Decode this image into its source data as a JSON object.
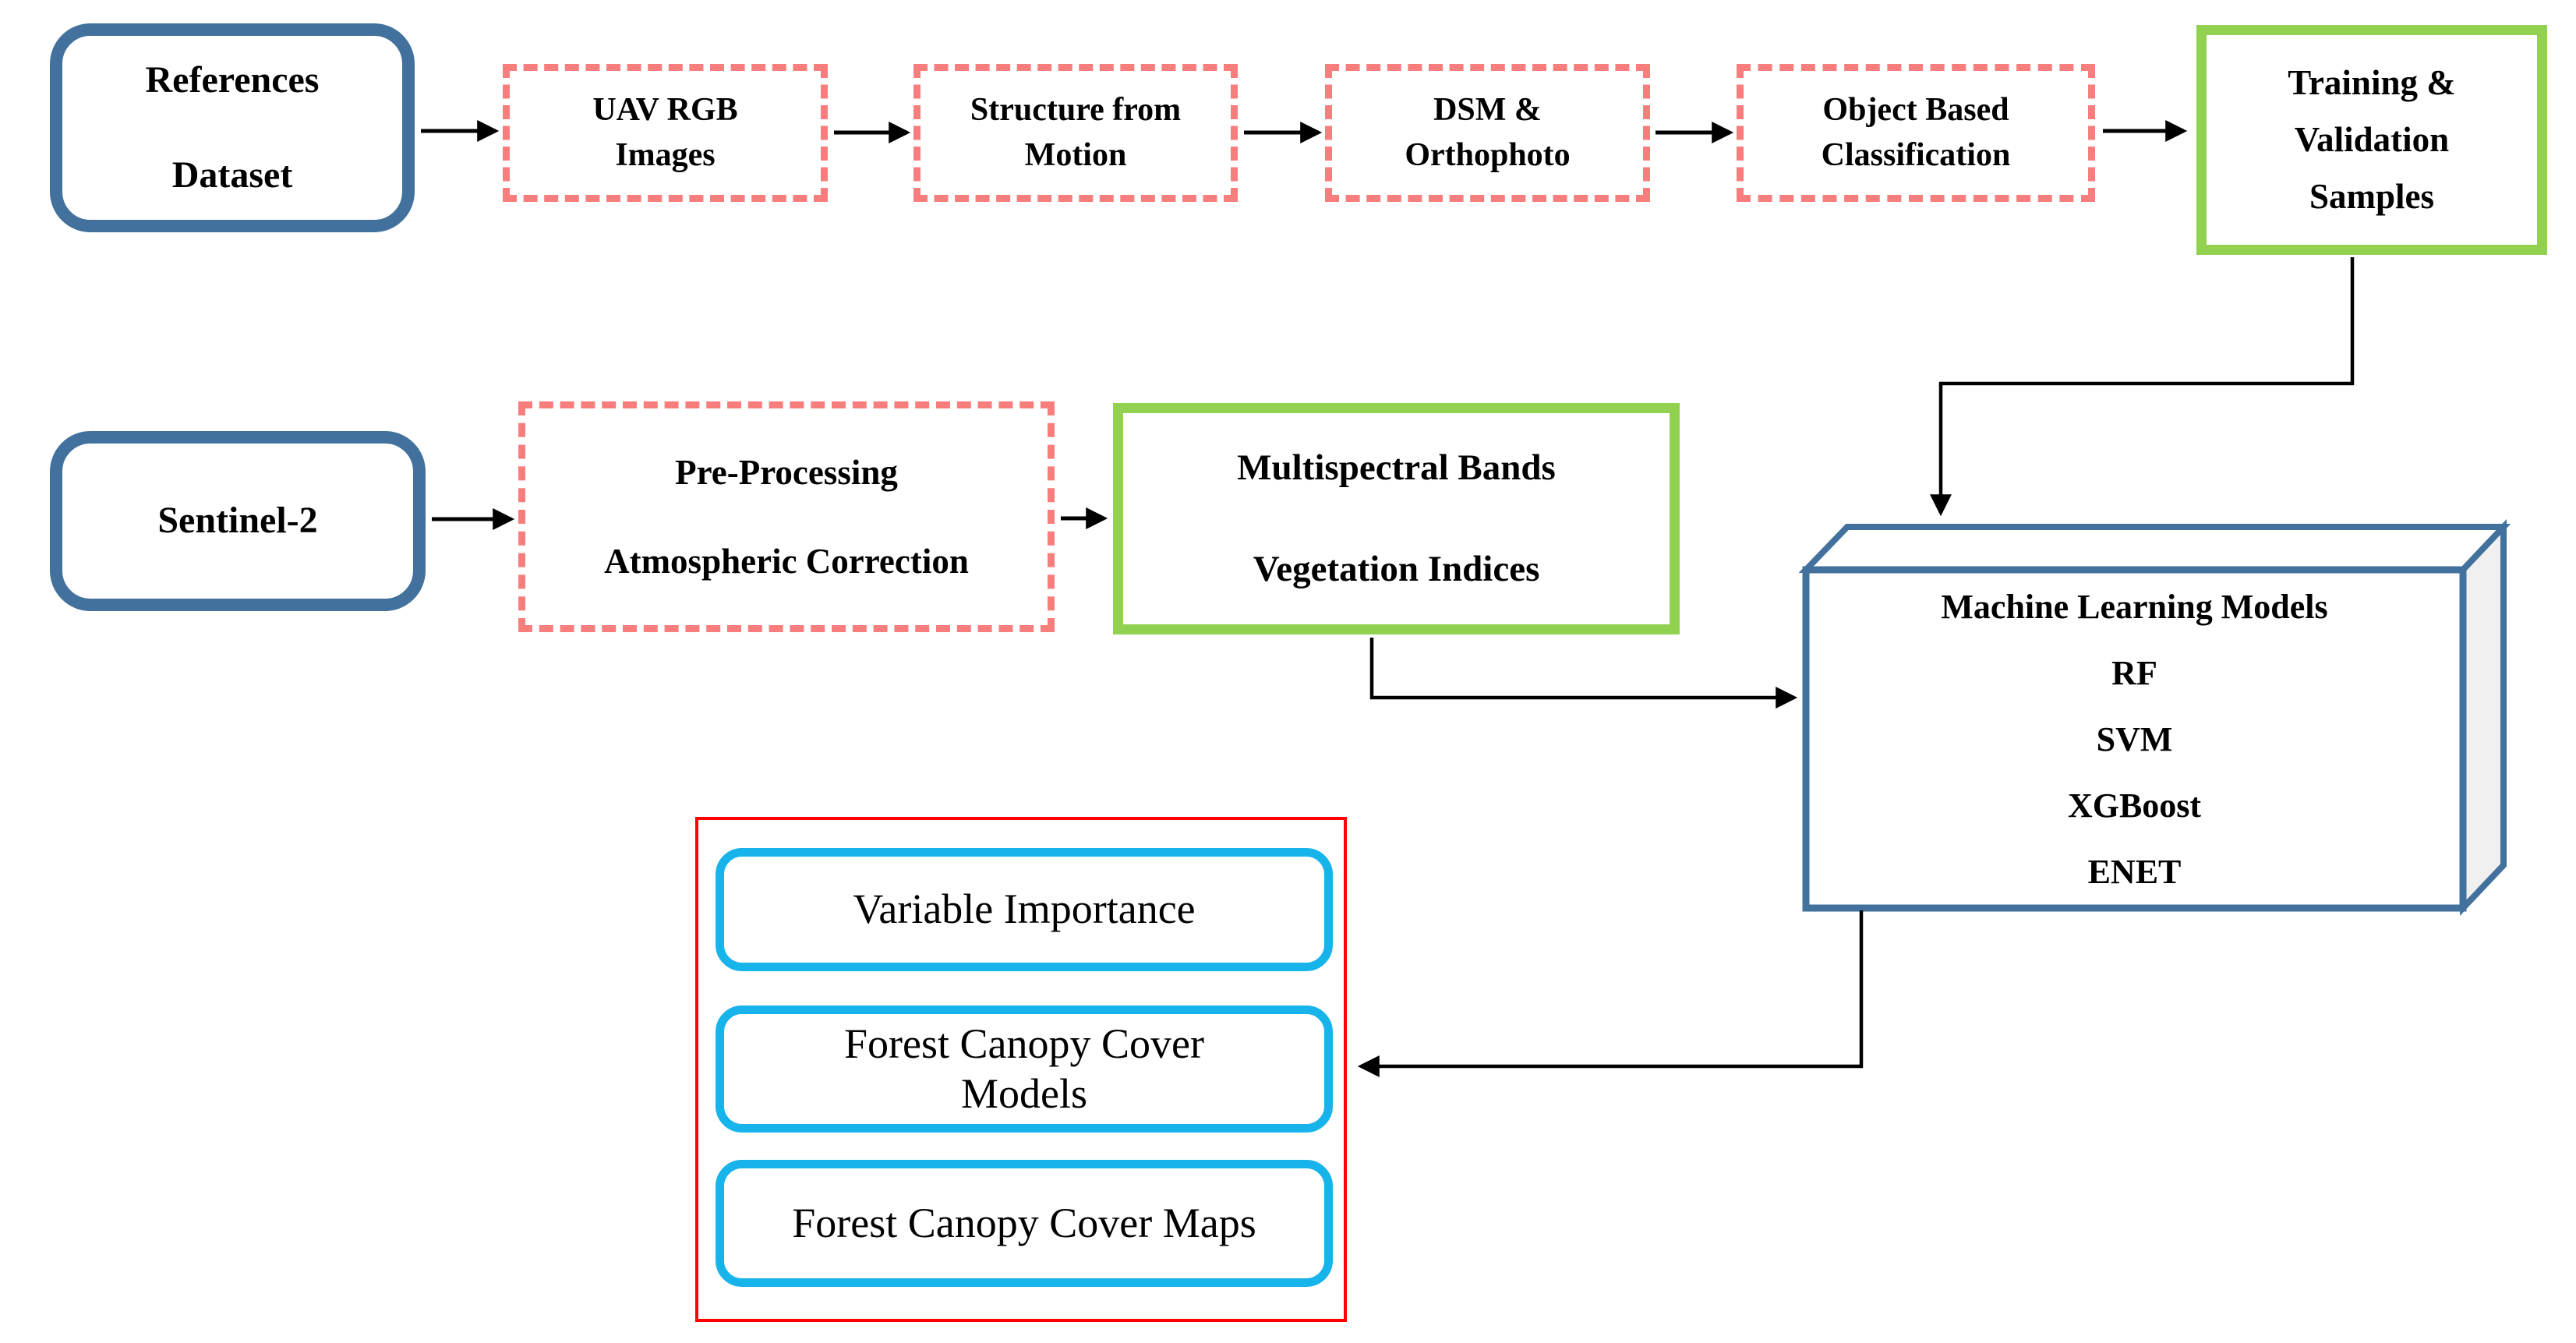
{
  "title": "Forest canopy cover modeling workflow diagram",
  "nodes": {
    "references_dataset": {
      "lines": [
        "References",
        "Dataset"
      ]
    },
    "uav_rgb_images": {
      "lines": [
        "UAV RGB",
        "Images"
      ]
    },
    "structure_from_motion": {
      "lines": [
        "Structure from",
        "Motion"
      ]
    },
    "dsm_orthophoto": {
      "lines": [
        "DSM &",
        "Orthophoto"
      ]
    },
    "object_based_classification": {
      "lines": [
        "Object Based",
        "Classification"
      ]
    },
    "training_validation_samples": {
      "lines": [
        "Training &",
        "Validation",
        "Samples"
      ]
    },
    "sentinel_2": {
      "lines": [
        "Sentinel-2"
      ]
    },
    "preprocessing": {
      "lines": [
        "Pre-Processing",
        "Atmospheric Correction"
      ]
    },
    "multispectral_vegetation": {
      "lines": [
        "Multispectral Bands",
        "Vegetation Indices"
      ]
    },
    "machine_learning_models": {
      "lines": [
        "Machine Learning Models",
        "RF",
        "SVM",
        "XGBoost",
        "ENET"
      ]
    },
    "variable_importance": {
      "lines": [
        "Variable Importance"
      ]
    },
    "forest_canopy_cover_models": {
      "lines": [
        "Forest Canopy Cover",
        "Models"
      ]
    },
    "forest_canopy_cover_maps": {
      "lines": [
        "Forest Canopy Cover Maps"
      ]
    }
  },
  "connections": [
    {
      "from": "References Dataset",
      "to": "UAV RGB Images"
    },
    {
      "from": "UAV RGB Images",
      "to": "Structure from Motion"
    },
    {
      "from": "Structure from Motion",
      "to": "DSM & Orthophoto"
    },
    {
      "from": "DSM & Orthophoto",
      "to": "Object Based Classification"
    },
    {
      "from": "Object Based Classification",
      "to": "Training & Validation Samples"
    },
    {
      "from": "Training & Validation Samples",
      "to": "Machine Learning Models"
    },
    {
      "from": "Sentinel-2",
      "to": "Pre-Processing Atmospheric Correction"
    },
    {
      "from": "Pre-Processing Atmospheric Correction",
      "to": "Multispectral Bands Vegetation Indices"
    },
    {
      "from": "Multispectral Bands Vegetation Indices",
      "to": "Machine Learning Models"
    },
    {
      "from": "Machine Learning Models",
      "to": "Forest Canopy Cover Models"
    }
  ],
  "colors": {
    "steel_blue": "#41719C",
    "green": "#92D050",
    "salmon": "#F87E7E",
    "red": "#FF0000",
    "cyan": "#17B3EB",
    "arrow": "#000000",
    "cube_front": "#FFFFFF",
    "cube_top": "#FFFFFF",
    "cube_side": "#F0F0F0"
  }
}
